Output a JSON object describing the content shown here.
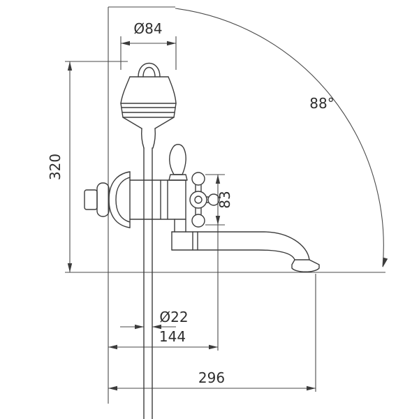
{
  "drawing": {
    "labels": {
      "head_diameter": "Ø84",
      "swivel_angle": "88°",
      "overall_height": "320",
      "handle_height": "83",
      "hose_diameter": "Ø22",
      "wall_to_handle": "144",
      "wall_to_spout": "296"
    }
  }
}
